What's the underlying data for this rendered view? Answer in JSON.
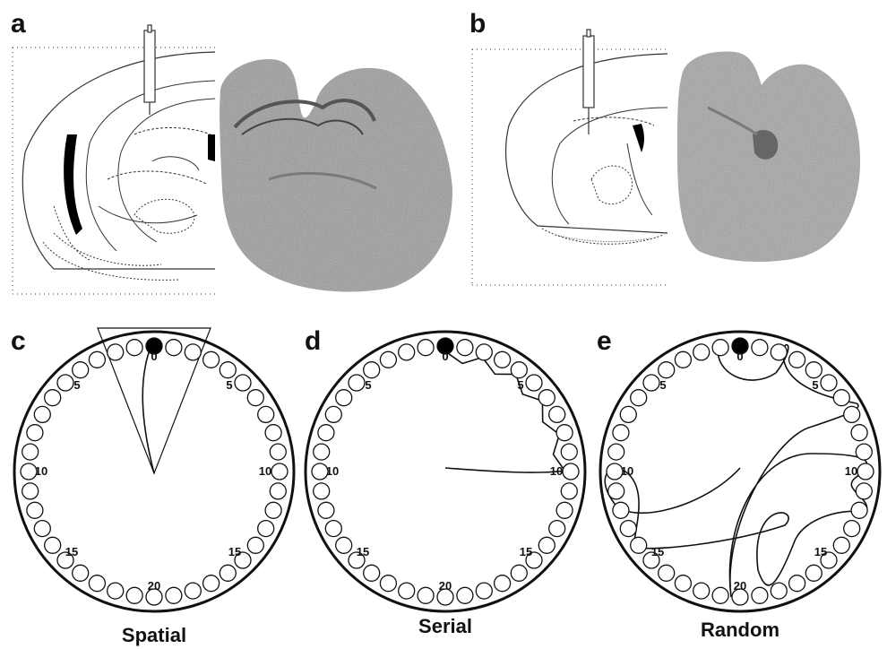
{
  "panels": {
    "a": {
      "letter": "a"
    },
    "b": {
      "letter": "b"
    },
    "c": {
      "letter": "c",
      "caption": "Spatial",
      "labels": [
        "0",
        "5",
        "5",
        "10",
        "10",
        "15",
        "15",
        "20"
      ]
    },
    "d": {
      "letter": "d",
      "caption": "Serial",
      "labels": [
        "0",
        "5",
        "5",
        "10",
        "10",
        "15",
        "15",
        "20"
      ]
    },
    "e": {
      "letter": "e",
      "caption": "Random",
      "labels": [
        "0",
        "5",
        "5",
        "10",
        "10",
        "15",
        "15",
        "20"
      ]
    }
  },
  "maze": {
    "holes": 40,
    "goal_hole_index": 0,
    "colors": {
      "line": "#111111",
      "hole_fill": "#ffffff",
      "goal_fill": "#000000"
    }
  },
  "colors": {
    "tissue": "#9a9a9a",
    "atlas_line": "#333333",
    "ventricle": "#000000"
  }
}
